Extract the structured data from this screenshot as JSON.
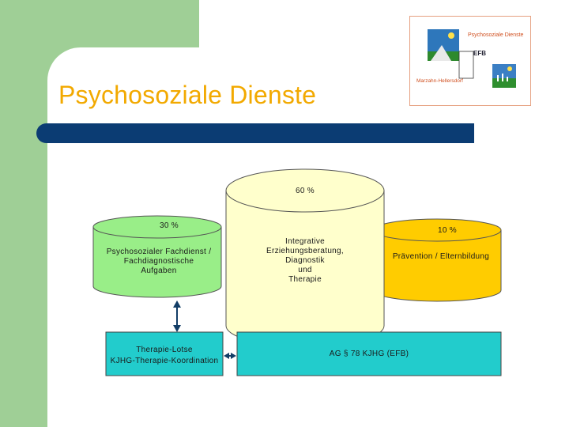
{
  "slide": {
    "title": "Psychosoziale Dienste"
  },
  "logo": {
    "title": "Psychosoziale Dienste",
    "efb": "EFB",
    "footer": "Marzahn-Hellersdorf"
  },
  "diagram": {
    "center_cylinder": {
      "percent": "60 %",
      "lines": [
        "Integrative",
        "Erziehungsberatung,",
        "Diagnostik",
        "und",
        "Therapie"
      ],
      "color": "#ffffcc"
    },
    "left_cylinder": {
      "percent": "30 %",
      "lines": [
        "Psychosozialer Fachdienst /",
        "Fachdiagnostische",
        "Aufgaben"
      ],
      "color": "#99ee88"
    },
    "right_cylinder": {
      "percent": "10 %",
      "lines": [
        "Prävention / Elternbildung"
      ],
      "color": "#ffcc00"
    },
    "left_box": {
      "lines": [
        "Therapie-Lotse",
        "KJHG-Therapie-Koordination"
      ],
      "color": "#22cccc"
    },
    "right_box": {
      "lines": [
        "AG § 78 KJHG (EFB)"
      ],
      "color": "#22cccc"
    }
  }
}
